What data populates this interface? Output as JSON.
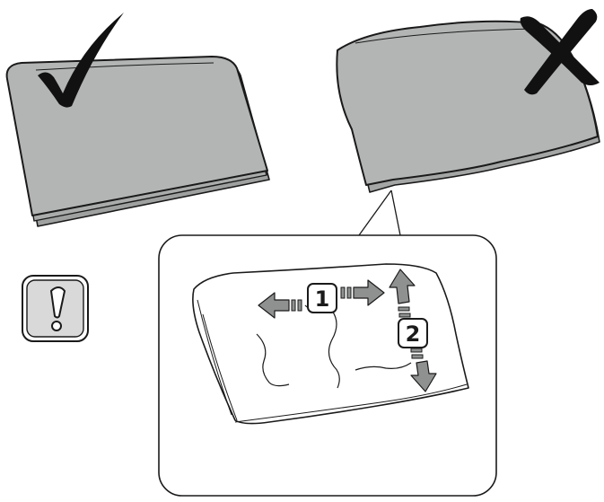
{
  "figure": {
    "correct_mark": "check-mark",
    "incorrect_mark": "x-mark",
    "warning_symbol": "!",
    "step_1_label": "1",
    "step_2_label": "2"
  },
  "colors": {
    "panel_fill": "#b3b5b4",
    "panel_outline": "#1a1a1a",
    "arrow_fill": "#8f9190",
    "warning_fill": "#d9d9d9",
    "mark_color": "#111111"
  }
}
